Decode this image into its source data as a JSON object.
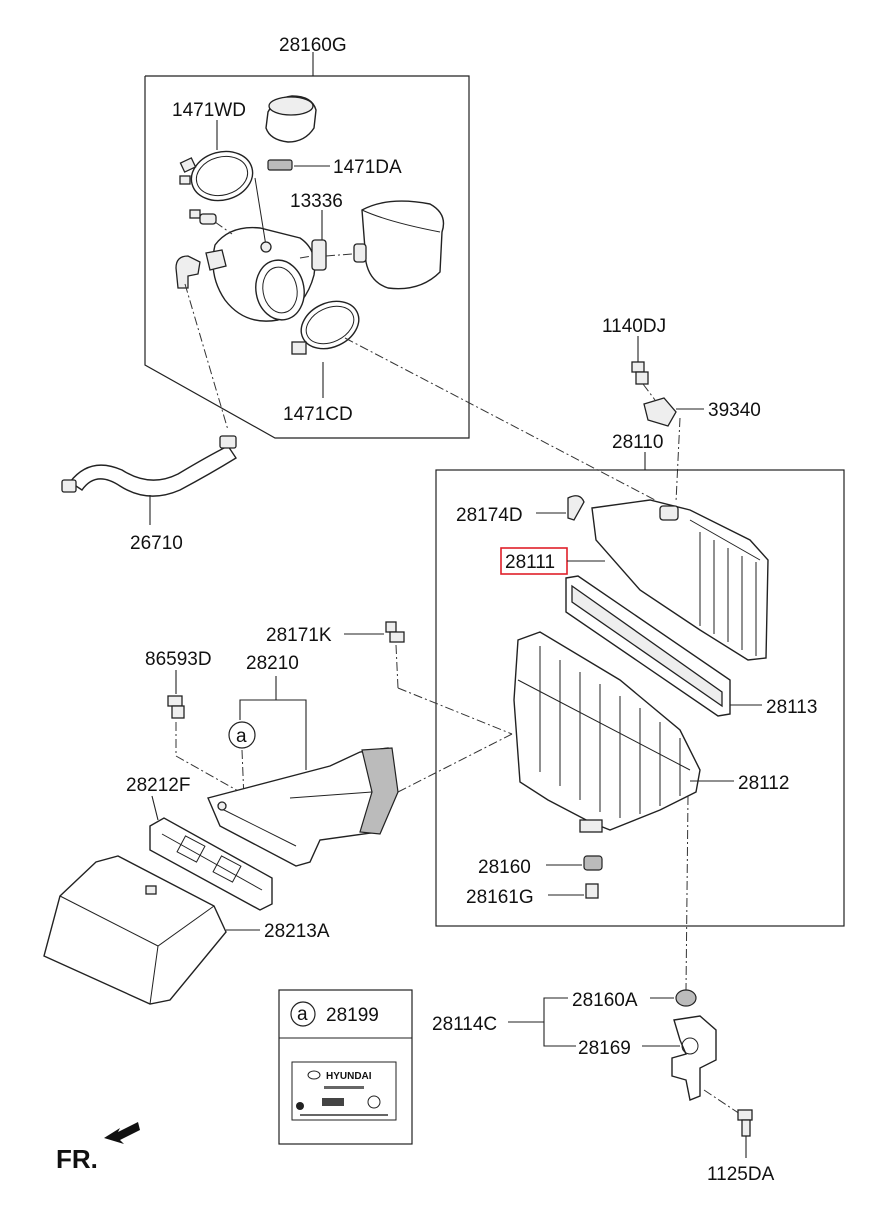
{
  "labels": {
    "p28160G": "28160G",
    "p1471WD": "1471WD",
    "p1471DA": "1471DA",
    "p13336": "13336",
    "p1471CD": "1471CD",
    "p26710": "26710",
    "p1140DJ": "1140DJ",
    "p39340": "39340",
    "p28110": "28110",
    "p28174D": "28174D",
    "p28111": "28111",
    "p28113": "28113",
    "p28171K": "28171K",
    "p86593D": "86593D",
    "p28210": "28210",
    "p28212F": "28212F",
    "p28112": "28112",
    "p28160": "28160",
    "p28161G": "28161G",
    "p28213A": "28213A",
    "p28160A": "28160A",
    "p28114C": "28114C",
    "p28169": "28169",
    "p1125DA": "1125DA",
    "p28199": "28199"
  },
  "ref_marker": "a",
  "direction": "FR.",
  "label_brand": "HYUNDAI",
  "highlight_color": "#e0202a"
}
